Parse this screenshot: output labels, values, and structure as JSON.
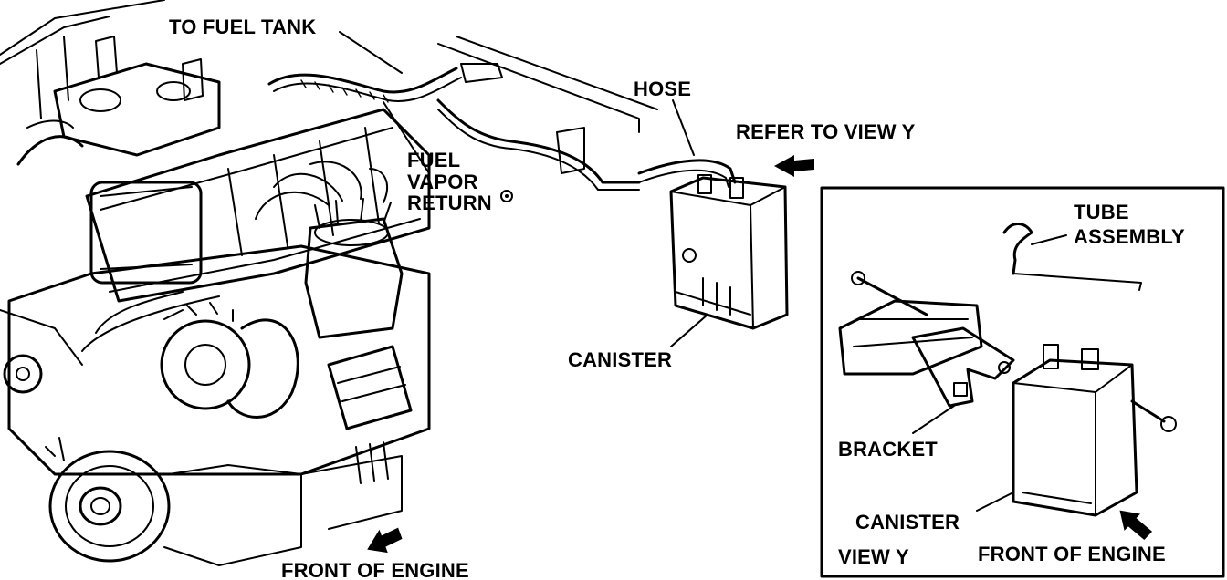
{
  "labels": {
    "to_fuel_tank": "TO FUEL TANK",
    "fuel_vapor_return_1": "FUEL",
    "fuel_vapor_return_2": "VAPOR",
    "fuel_vapor_return_3": "RETURN",
    "hose": "HOSE",
    "refer_to_view_y": "REFER TO VIEW Y",
    "canister_main": "CANISTER",
    "front_of_engine_main": "FRONT OF ENGINE",
    "tube_assembly_1": "TUBE",
    "tube_assembly_2": "ASSEMBLY",
    "bracket": "BRACKET",
    "canister_inset": "CANISTER",
    "view_y": "VIEW Y",
    "front_of_engine_inset": "FRONT OF ENGINE"
  },
  "colors": {
    "ink": "#000000",
    "paper": "#ffffff"
  }
}
